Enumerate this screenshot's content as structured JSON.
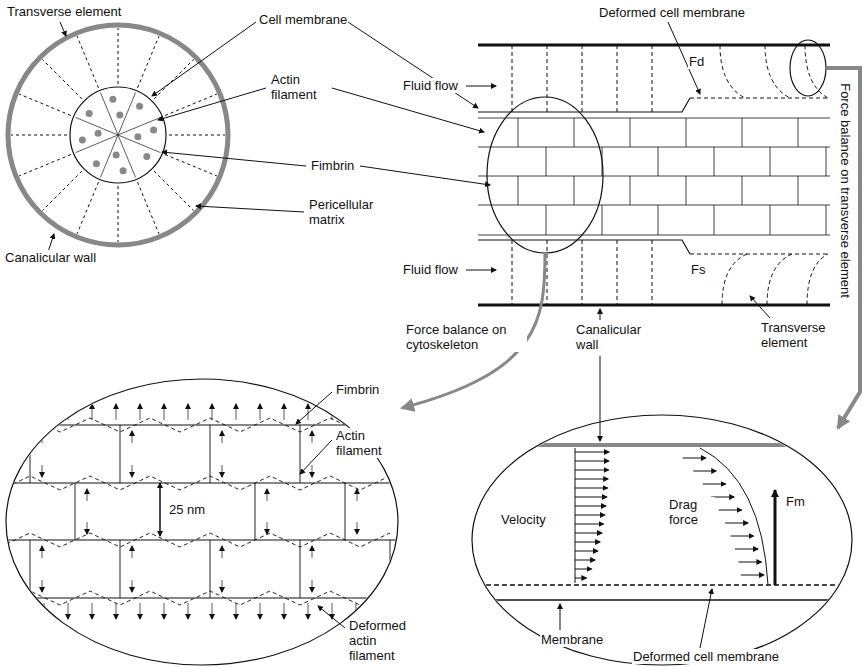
{
  "diagram": {
    "labels": [
      "Transverse element",
      "Cell membrane",
      "Actin filament",
      "Fimbrin",
      "Pericellular matrix",
      "Canalicular wall",
      "Deformed cell membrane",
      "Fluid flow",
      "Fd",
      "Force balance on transverse element",
      "Fluid flow",
      "Fs",
      "Canalicular wall",
      "Transverse element",
      "Force balance on cytoskeleton",
      "Fimbrin",
      "Actin filament",
      "25 nm",
      "Deformed actin filament",
      "Velocity",
      "Drag force",
      "Fm",
      "Membrane",
      "Deformed cell membrane"
    ]
  }
}
